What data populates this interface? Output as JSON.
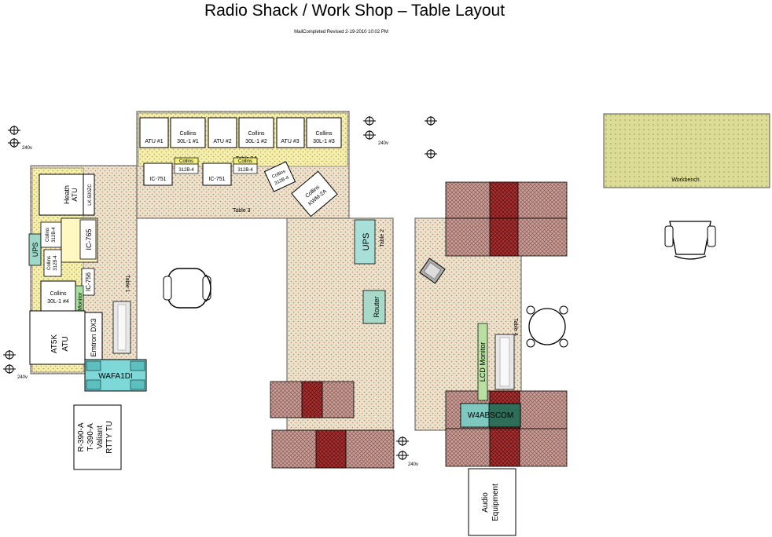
{
  "title": "Radio Shack / Work Shop – Table Layout",
  "subtitle": "MailCompleted Revised 2-19-2010 10:02 PM",
  "tables": {
    "table1": "Table 1",
    "table2": "Table 2",
    "table2a": "Table 2A",
    "table3": "Table 3",
    "table4": "Table 4"
  },
  "equipment": {
    "atu1": "ATU #1",
    "collins1_a": "Collins",
    "collins1_b": "30L-1 #1",
    "atu2": "ATU #2",
    "collins2_a": "Collins",
    "collins2_b": "30L-1 #2",
    "atu3": "ATU #3",
    "collins3_a": "Collins",
    "collins3_b": "30L-1 #3",
    "ic751a": "IC-751",
    "ic751b": "IC-751",
    "collins_small_a": "Collins",
    "collins_small_b": "Collins",
    "c312b4_a": "312B-4",
    "c312b4_b": "312B-4",
    "collins_312b4_a": "Collins",
    "collins_312b4_b": "312B-4",
    "collins_kwm_a": "Collins",
    "collins_kwm_b": "KWM-2A",
    "heath_a": "Heath",
    "heath_b": "ATU",
    "lk500zc": "LK-500ZC",
    "ups_left": "UPS",
    "collins_left_a": "Collins",
    "collins_left_b": "312B-4",
    "ic765": "IC-765",
    "collins_left2_a": "Collins",
    "collins_left2_b": "312B-4",
    "ic756": "IC-756",
    "collins_30l4_a": "Collins",
    "collins_30l4_b": "30L-1 #4",
    "lcd_monitor_left": "LCD Monitor",
    "at5k_a": "AT5K",
    "at5k_b": "ATU",
    "emtron": "Emtron DX3",
    "wafa": "WAFA1DI",
    "receiver_a": "R-390-A",
    "receiver_b": "T-390-A",
    "receiver_c": "Valiant",
    "receiver_d": "RTTY TU",
    "ups_mid": "UPS",
    "router": "Router",
    "lcd_monitor_right": "LCD Monitor",
    "w4abscom": "W4ABSCOM",
    "audio_a": "Audio",
    "audio_b": "Equipment",
    "workbench": "Workbench"
  },
  "outlets": {
    "v240_top_left": "240v",
    "v240_top_mid": "240v",
    "v240_bottom_left": "240v",
    "v240_bottom_mid": "240v"
  },
  "colors": {
    "table_fill": "#e8dcc4",
    "shelf_fill": "#f0f0a0",
    "cabinet_fill": "#c89890",
    "cabinet_dark": "#9a2a2a",
    "cyan": "#7fd8d8",
    "workbench": "#d8d890",
    "green_label": "#a8e0a0"
  }
}
